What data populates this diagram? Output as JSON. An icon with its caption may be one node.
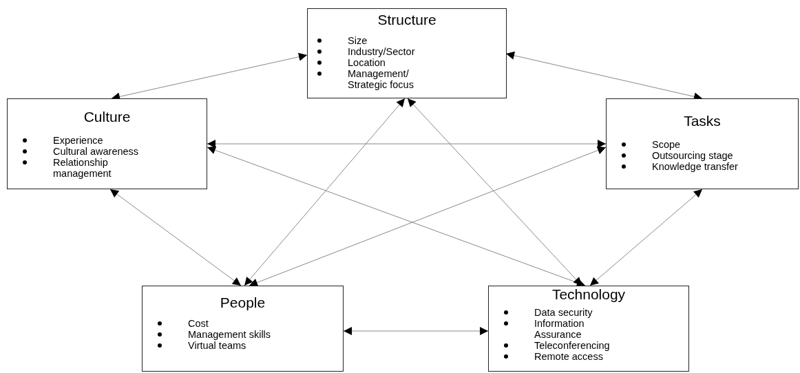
{
  "diagram": {
    "nodes": [
      {
        "text": [
          "Structure",
          "Size",
          "Industry/Sector",
          "Location",
          "Management/ Strategic focus"
        ]
      },
      {
        "text": [
          "Culture",
          "Experience",
          "Cultural awareness",
          "Relationship management"
        ]
      },
      {
        "text": [
          "Tasks",
          "Scope",
          "Outsourcing stage",
          "Knowledge transfer"
        ]
      },
      {
        "text": [
          "People",
          "Cost",
          "Management skills",
          "Virtual teams"
        ]
      },
      {
        "text": [
          "Technology",
          "Data security",
          "Information Assurance",
          "Teleconferencing",
          "Remote access"
        ]
      }
    ],
    "edges": [
      {
        "from": 0,
        "to": 1,
        "arrow": "both"
      },
      {
        "from": 0,
        "to": 2,
        "arrow": "both"
      },
      {
        "from": 1,
        "to": 2,
        "arrow": "both"
      },
      {
        "from": 1,
        "to": 4,
        "arrow": "both"
      },
      {
        "from": 0,
        "to": 3,
        "arrow": "both"
      },
      {
        "from": 0,
        "to": 4,
        "arrow": "both"
      },
      {
        "from": 2,
        "to": 3,
        "arrow": "both"
      },
      {
        "from": 1,
        "to": 3,
        "arrow": "both"
      },
      {
        "from": 2,
        "to": 4,
        "arrow": "both"
      },
      {
        "from": 3,
        "to": 4,
        "arrow": "both"
      }
    ]
  }
}
